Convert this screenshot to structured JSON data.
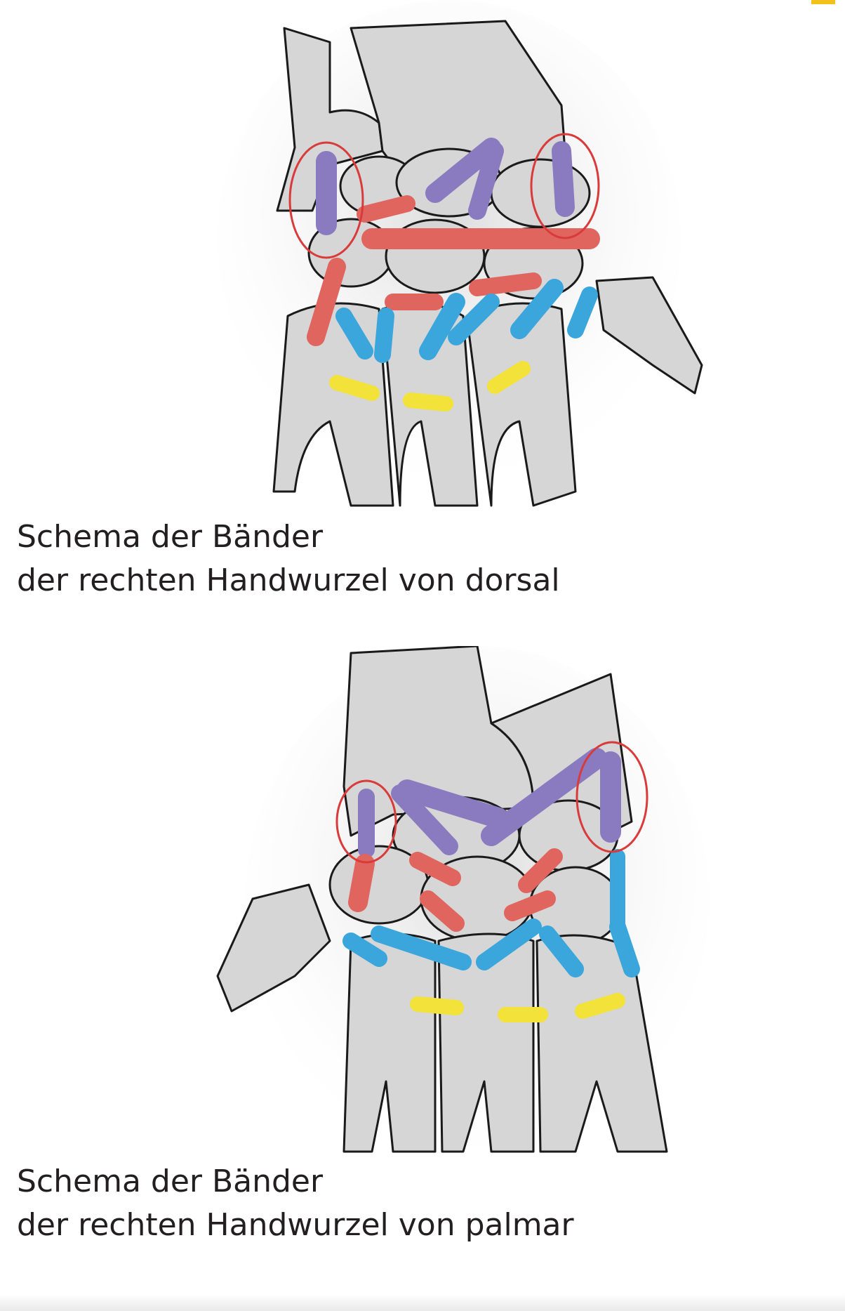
{
  "figures": [
    {
      "caption_line1": "Schema der Bänder",
      "caption_line2": "der rechten Handwurzel von dorsal"
    },
    {
      "caption_line1": "Schema der Bänder",
      "caption_line2": "der rechten Handwurzel von palmar"
    }
  ],
  "colors": {
    "bone": "#d6d6d6",
    "outline": "#1a1a1a",
    "ligament_red": "#e0655f",
    "ligament_purple": "#8a7bc0",
    "ligament_blue": "#3aa6dc",
    "ligament_yellow": "#f2e23a",
    "annotation_circle": "#d93a3a",
    "accent": "#f2c21b"
  }
}
